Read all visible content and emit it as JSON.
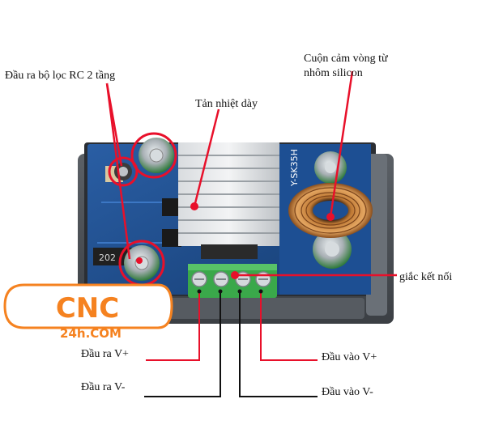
{
  "annotations": {
    "rc_filter_output": "Đầu ra bộ lọc RC 2 tầng",
    "heatsink": "Tản nhiệt dày",
    "inductor_line1": "Cuộn cảm vòng từ",
    "inductor_line2": "nhôm silicon",
    "connector": "giắc kết nối",
    "out_plus": "Đầu ra  V+",
    "out_minus": "Đầu ra V-",
    "in_plus": "Đầu vào V+",
    "in_minus": "Đầu vào V-"
  },
  "board": {
    "model_marking": "Y-SK35H",
    "ic_marking": "202"
  },
  "logo": {
    "text_main": "CNC",
    "text_sub": "24h.COM",
    "color": "#f58220"
  },
  "colors": {
    "pointer_red": "#e8102a",
    "wire_black": "#111111",
    "wire_red": "#e8102a",
    "pcb_blue": "#1f4f8f",
    "terminal_green": "#3aa84a"
  }
}
